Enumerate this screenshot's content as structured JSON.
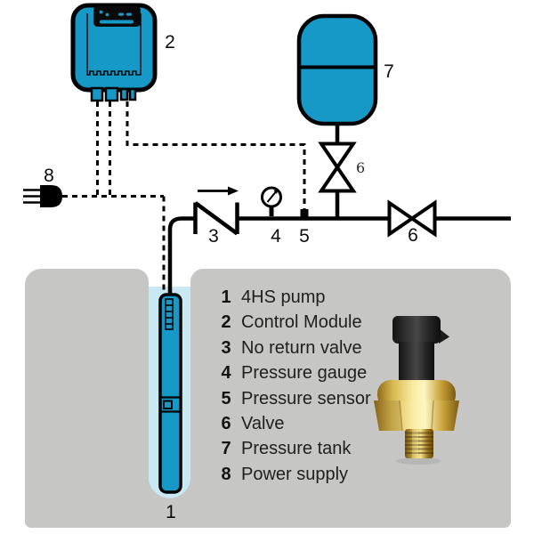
{
  "colors": {
    "teal": "#1699c7",
    "well_water": "#c8e8f3",
    "ground_gray": "#c6c6c4",
    "outline_black": "#000000",
    "legend_text": "#1f1f1f",
    "brass": "#d9b94f",
    "plastic_black": "#2e2e2e",
    "background": "#ffffff"
  },
  "callouts": {
    "pump": "1",
    "control_module": "2",
    "no_return_valve": "3",
    "pressure_gauge": "4",
    "pressure_sensor": "5",
    "tank_valve": "6",
    "line_valve": "6",
    "pressure_tank": "7",
    "power_supply": "8"
  },
  "legend": {
    "items": [
      {
        "num": "1",
        "label": "4HS pump"
      },
      {
        "num": "2",
        "label": "Control Module"
      },
      {
        "num": "3",
        "label": "No return valve"
      },
      {
        "num": "4",
        "label": "Pressure gauge"
      },
      {
        "num": "5",
        "label": "Pressure sensor"
      },
      {
        "num": "6",
        "label": "Valve"
      },
      {
        "num": "7",
        "label": "Pressure tank"
      },
      {
        "num": "8",
        "label": "Power supply"
      }
    ]
  }
}
